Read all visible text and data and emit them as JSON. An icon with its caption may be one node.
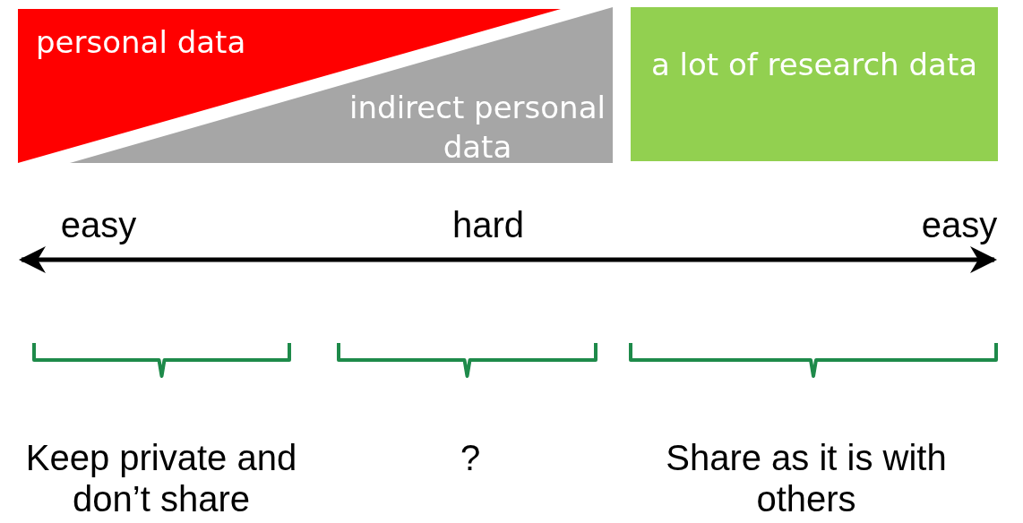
{
  "diagram": {
    "nodes": [
      {
        "text": [
          "personal data"
        ]
      },
      {
        "text": [
          "indirect personal data"
        ]
      },
      {
        "text": [
          "a lot of research data"
        ]
      }
    ],
    "labels": [
      "easy",
      "hard",
      "easy",
      "Keep private and don’t share",
      "?",
      "Share as it is with others"
    ]
  }
}
